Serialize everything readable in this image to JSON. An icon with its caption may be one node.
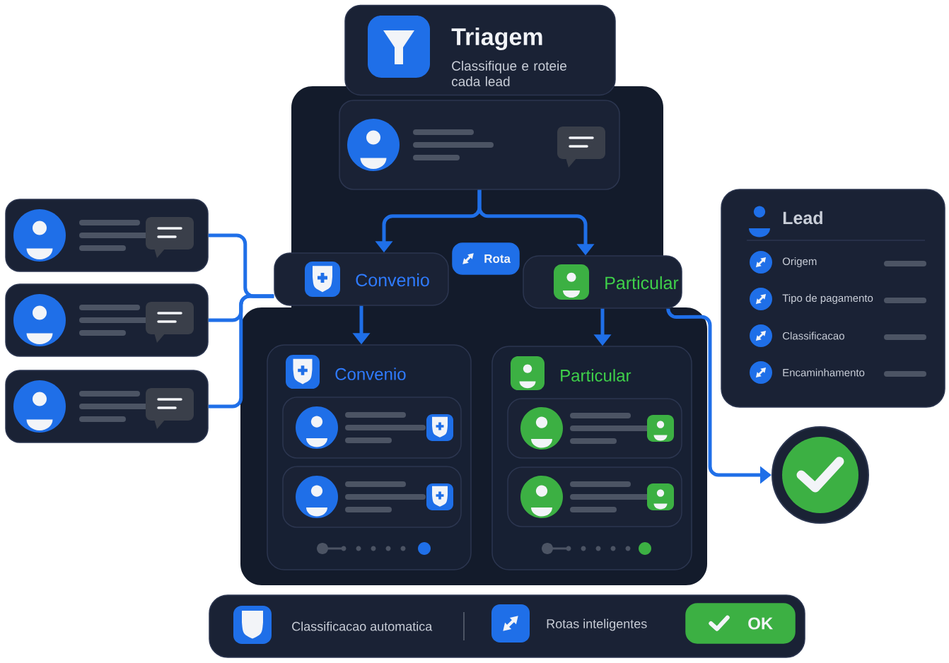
{
  "diagram": {
    "nodes": [
      {
        "text": [
          "Triagem",
          "Classifique e roteie cada lead"
        ]
      },
      {
        "text": [],
        "shape": "box"
      },
      {
        "text": [
          "Convenio"
        ]
      },
      {
        "text": [
          "Rota"
        ]
      },
      {
        "text": [
          "Particular"
        ]
      },
      {
        "text": [
          "Convenio"
        ]
      },
      {
        "text": [],
        "shape": "box",
        "in": 5
      },
      {
        "text": [],
        "shape": "box",
        "in": 5
      },
      {
        "text": [
          "Particular"
        ]
      },
      {
        "text": [],
        "shape": "box",
        "in": 8
      },
      {
        "text": [],
        "shape": "box",
        "in": 8
      },
      {
        "text": [],
        "shape": "box"
      },
      {
        "text": [],
        "shape": "box"
      },
      {
        "text": [],
        "shape": "box"
      },
      {
        "text": [
          "Lead",
          "Origem",
          "Tipo de pagamento",
          "Classificacao",
          "Encaminhamento"
        ]
      },
      {
        "text": [],
        "shape": "circle"
      },
      {
        "text": [
          "Classificacao automatica",
          "Rotas inteligentes"
        ]
      },
      {
        "text": [
          "OK"
        ],
        "in": 16
      }
    ],
    "edges": [
      {
        "from": 1,
        "to": 2,
        "arrow": "to"
      },
      {
        "from": 1,
        "to": 4,
        "arrow": "to"
      },
      {
        "from": 2,
        "to": 5,
        "arrow": "to"
      },
      {
        "from": 4,
        "to": 8,
        "arrow": "to"
      },
      {
        "from": 4,
        "to": 15,
        "arrow": "to"
      },
      {
        "from": 11,
        "to": 2,
        "arrow": "none"
      },
      {
        "from": 12,
        "to": 2,
        "arrow": "none"
      },
      {
        "from": 13,
        "to": 2,
        "arrow": "none"
      }
    ]
  }
}
